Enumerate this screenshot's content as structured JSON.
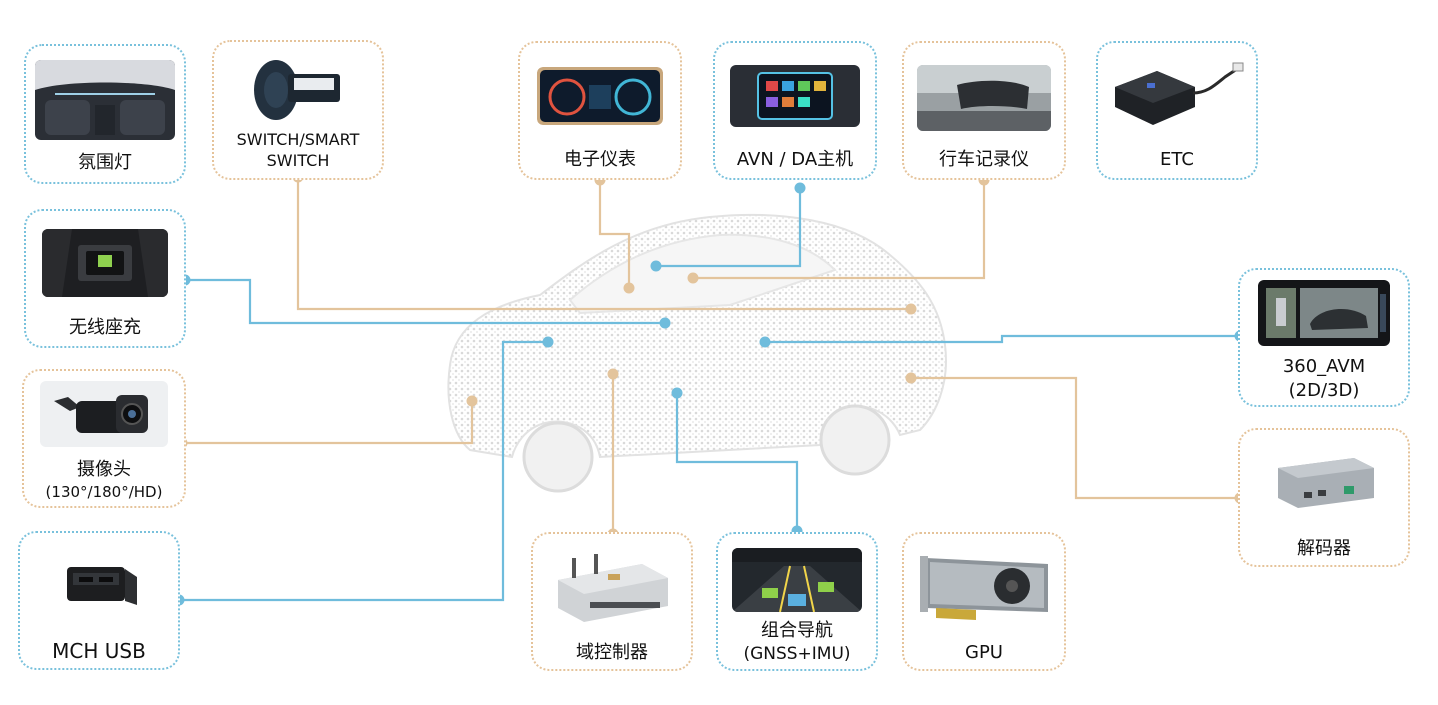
{
  "cards": {
    "ambient_light": {
      "label": "氛围灯"
    },
    "switch": {
      "label1": "SWITCH/SMART",
      "label2": "SWITCH"
    },
    "cluster": {
      "label": "电子仪表"
    },
    "avn": {
      "label": "AVN / DA主机"
    },
    "dashcam": {
      "label": "行车记录仪"
    },
    "etc": {
      "label": "ETC"
    },
    "wireless_charger": {
      "label": "无线座充"
    },
    "avm": {
      "label1": "360_AVM",
      "label2": "(2D/3D)"
    },
    "camera": {
      "label1": "摄像头",
      "label2": "(130°/180°/HD)"
    },
    "decoder": {
      "label": "解码器"
    },
    "usb": {
      "label": "MCH USB"
    },
    "domain_controller": {
      "label": "域控制器"
    },
    "gnss_imu": {
      "label1": "组合导航",
      "label2": "(GNSS+IMU)"
    },
    "gpu": {
      "label": "GPU"
    }
  },
  "colors": {
    "blue_line": "#6fbcdc",
    "tan_line": "#e3c49c",
    "blue_border": "#79c1dc",
    "tan_border": "#e5c39a"
  },
  "icons": {
    "ambient_light": "car-interior-photo",
    "switch": "steering-switch-photo",
    "cluster": "instrument-cluster-photo",
    "avn": "infotainment-screen-photo",
    "dashcam": "dashcam-photo",
    "etc": "etc-unit-photo",
    "wireless_charger": "wireless-charger-photo",
    "avm": "avm-screen-photo",
    "camera": "camera-module-photo",
    "decoder": "decoder-box-photo",
    "usb": "usb-port-photo",
    "domain_controller": "controller-box-photo",
    "gnss_imu": "navigation-screen-photo",
    "gpu": "gpu-card-photo",
    "car": "car-silhouette"
  }
}
